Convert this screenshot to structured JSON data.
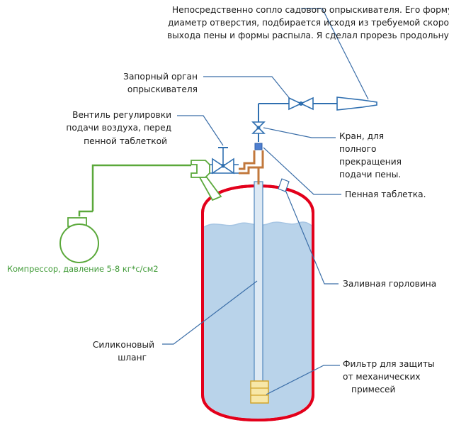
{
  "labels": {
    "nozzle": [
      "Непосредственно сопло садового опрыскивателя. Его форму и",
      "диаметр отверстия, подбирается исходя из требуемой скорости",
      "выхода пены и формы распыла. Я сделал прорезь продольную."
    ],
    "shutoff": [
      "Запорный орган",
      "опрыскивателя"
    ],
    "air_valve": [
      "Вентиль регулировки",
      "подачи воздуха, перед",
      "пенной таблеткой"
    ],
    "tap": [
      "Кран, для",
      "полного",
      "прекращения",
      "подачи пены."
    ],
    "foam_tablet": [
      "Пенная таблетка."
    ],
    "filler_neck": [
      "Заливная горловина"
    ],
    "hose": [
      "Силиконовый",
      "шланг"
    ],
    "filter": [
      "Фильтр для защиты",
      "от механических",
      "примесей"
    ],
    "compressor": [
      "Компрессор, давление 5-8 кг*с/см2"
    ]
  },
  "colors": {
    "tank_outline": "#e3001b",
    "liquid": "#b9d3ea",
    "liquid_edge": "#a6c5e3",
    "air_line": "#5aa83a",
    "copper_pipe": "#c2783c",
    "blue_line": "#2f6fb0",
    "hose_fill": "#dde9f4",
    "filter_fill": "#f7e7a8",
    "filter_edge": "#d3a42a",
    "text": "#1a1a1a",
    "compressor_text": "#3f9a36"
  }
}
